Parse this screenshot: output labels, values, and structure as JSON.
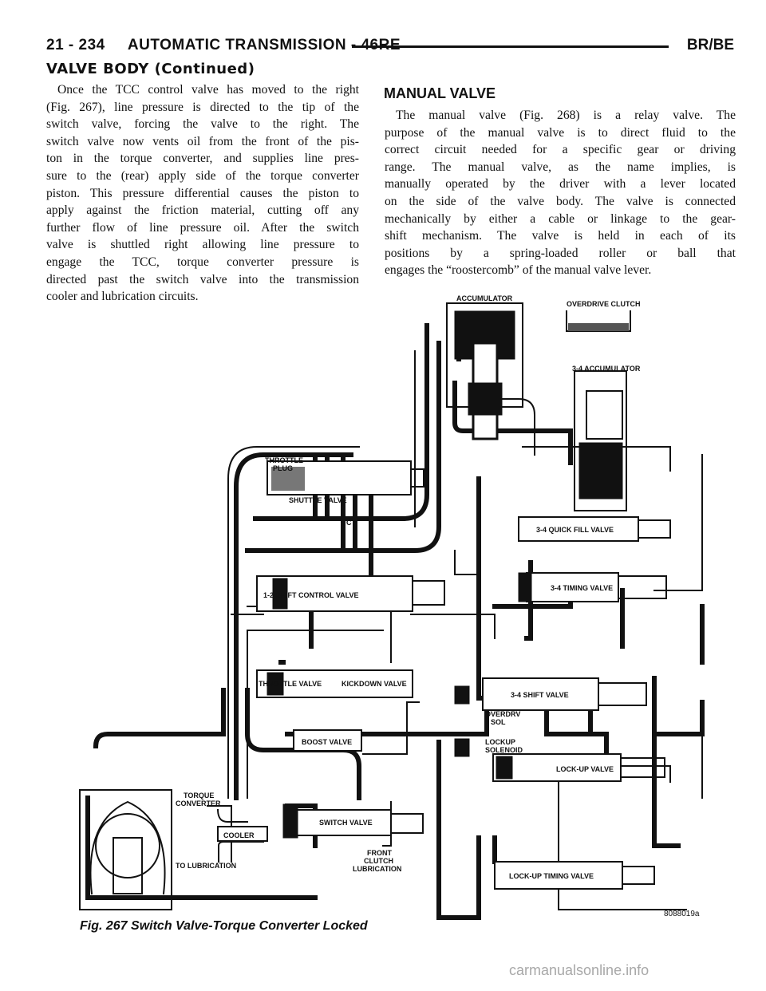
{
  "header": {
    "left": "21 - 234     AUTOMATIC TRANSMISSION - 46RE",
    "right": "BR/BE"
  },
  "section_title": "VALVE BODY (Continued)",
  "left_paragraph": [
    "Once the TCC control valve has moved to the right",
    "(Fig. 267), line pressure is directed to the tip of the",
    "switch valve, forcing the valve to the right. The",
    "switch valve now vents oil from the front of the pis-",
    "ton in the torque converter, and supplies line pres-",
    "sure to the (rear) apply side of the torque converter",
    "piston. This pressure differential causes the piston to",
    "apply against the friction material, cutting off any",
    "further flow of line pressure oil. After the switch",
    "valve is shuttled right allowing line pressure to",
    "engage the TCC, torque converter pressure is",
    "directed past the switch valve into the transmission",
    "cooler and lubrication circuits."
  ],
  "right_heading": "MANUAL VALVE",
  "right_paragraph": [
    "The manual valve (Fig. 268) is a relay valve. The",
    "purpose of the manual valve is to direct fluid to the",
    "correct circuit needed for a specific gear or driving",
    "range. The manual valve, as the name implies, is",
    "manually operated by the driver with a lever located",
    "on the side of the valve body. The valve is connected",
    "mechanically by either a cable or linkage to the gear-",
    "shift mechanism. The valve is held in each of its",
    "positions by a spring-loaded roller or ball that",
    "engages the “roostercomb” of the manual valve lever."
  ],
  "figure": {
    "labels": {
      "accumulator": "ACCUMULATOR",
      "overdrive_clutch": "OVERDRIVE CLUTCH",
      "acc_34": "3-4 ACCUMULATOR",
      "throttle_plug_1": "THROTTLE",
      "throttle_plug_2": "PLUG",
      "shuttle_valve": "SHUTTLE VALVE",
      "quick_fill": "3-4 QUICK FILL VALVE",
      "timing_34": "3-4 TIMING VALVE",
      "shift_12": "1-2 SHIFT CONTROL VALVE",
      "throttle_valve": "THROTTLE VALVE",
      "kickdown_valve": "KICKDOWN VALVE",
      "shift_34": "3-4 SHIFT VALVE",
      "overdrv_sol_1": "OVERDRV",
      "overdrv_sol_2": "SOL",
      "lockup_sol_1": "LOCKUP",
      "lockup_sol_2": "SOLENOID",
      "boost_valve": "BOOST VALVE",
      "lockup_valve": "LOCK-UP VALVE",
      "torque_conv_1": "TORQUE",
      "torque_conv_2": "CONVERTER",
      "switch_valve": "SWITCH VALVE",
      "cooler": "COOLER",
      "to_lub": "TO LUBRICATION",
      "front_1": "FRONT",
      "front_2": "CLUTCH",
      "front_3": "LUBRICATION",
      "lockup_timing": "LOCK-UP TIMING VALVE",
      "marker": "C"
    },
    "caption": "Fig. 267 Switch Valve-Torque Converter Locked",
    "id": "8088019a"
  },
  "watermark": "carmanualsonline.info"
}
